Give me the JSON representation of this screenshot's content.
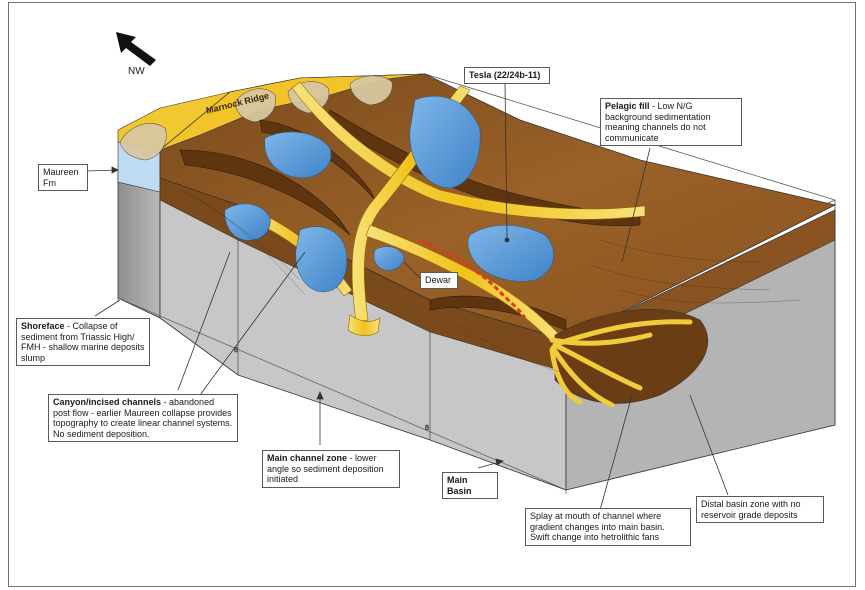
{
  "compass": {
    "direction": "NW"
  },
  "ridge_label": "Marnock Ridge",
  "labels": {
    "maureen_fm": "Maureen Fm",
    "tesla": "Tesla (22/24b-11)",
    "dewar": "Dewar",
    "main_basin": "Main Basin",
    "pelagic_fill": {
      "title": "Pelagic fill",
      "text": " - Low N/G background sedimentation meaning channels do not communicate"
    },
    "shoreface": {
      "title": "Shoreface",
      "text": " - Collapse of sediment from Triassic High/ FMH - shallow marine deposits slump"
    },
    "canyon": {
      "title": "Canyon/incised channels",
      "text": " - abandoned post flow - earlier Maureen collapse provides topography to create linear channel systems. No sediment deposition."
    },
    "main_channel": {
      "title": "Main channel zone",
      "text": " - lower angle so sediment deposition initiated"
    },
    "splay": "Splay at mouth of channel where gradient changes into main basin. Swift change into hetrolithic fans",
    "distal": "Distal basin zone with no reservoir grade deposits"
  },
  "colors": {
    "mud": "#8f5a24",
    "mud_dark": "#6b3f15",
    "sand": "#f2d22c",
    "sand_pale": "#fbe58a",
    "water": "#5b9ad8",
    "block_side": "#a9a9a9",
    "block_front": "#c4c4c4"
  }
}
